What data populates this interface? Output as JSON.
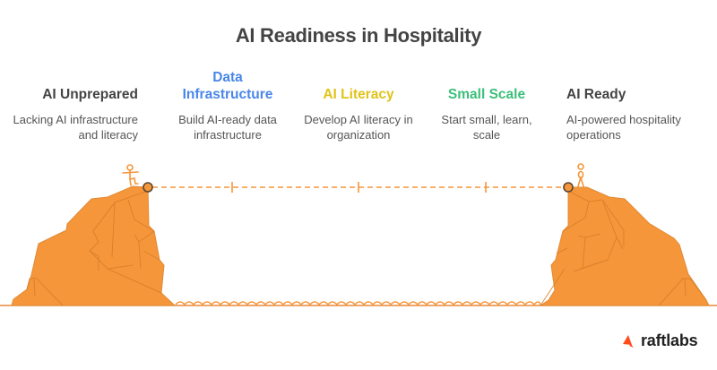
{
  "title": "AI Readiness in Hospitality",
  "colors": {
    "cliff": "#F5963A",
    "cliff_line": "#D97F2A",
    "dash": "#F5963A",
    "title": "#444444",
    "text": "#555555"
  },
  "stages": [
    {
      "heading": "AI Unprepared",
      "description_lines": [
        "Lacking AI infrastructure",
        "and literacy"
      ],
      "color": "#444444"
    },
    {
      "heading_lines": [
        "Data",
        "Infrastructure"
      ],
      "description_lines": [
        "Build AI-ready data",
        "infrastructure"
      ],
      "color": "#4A86E8"
    },
    {
      "heading": "AI Literacy",
      "description_lines": [
        "Develop AI literacy in",
        "organization"
      ],
      "color": "#E0C31A"
    },
    {
      "heading": "Small Scale",
      "description_lines": [
        "Start small, learn,",
        "scale"
      ],
      "color": "#3DBE7A"
    },
    {
      "heading": "AI Ready",
      "description_lines": [
        "AI-powered hospitality",
        "operations"
      ],
      "color": "#444444"
    }
  ],
  "icons": {
    "start_figure": "balancing-person-icon",
    "end_figure": "standing-person-icon",
    "start_node": "circle-node-icon",
    "end_node": "circle-node-icon",
    "water": "wave-icon",
    "logo": "raftlabs-logo-icon"
  },
  "logo": {
    "text": "raftlabs",
    "color": "#FF4A1C"
  }
}
